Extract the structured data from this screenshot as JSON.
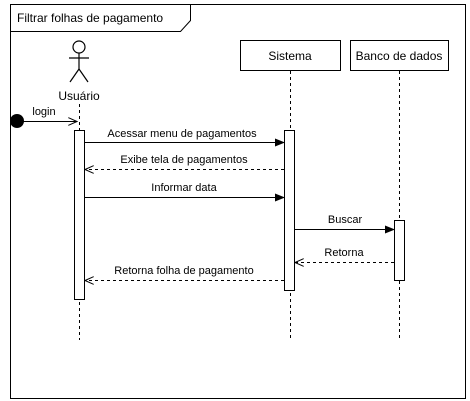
{
  "frame": {
    "title": "Filtrar folhas de pagamento"
  },
  "participants": {
    "actor": {
      "label": "Usuário"
    },
    "system": {
      "label": "Sistema"
    },
    "database": {
      "label": "Banco de dados"
    }
  },
  "messages": [
    {
      "label": "login",
      "from": "start",
      "to": "actor",
      "kind": "sync"
    },
    {
      "label": "Acessar menu de pagamentos",
      "from": "actor",
      "to": "system",
      "kind": "sync"
    },
    {
      "label": "Exibe tela de pagamentos",
      "from": "system",
      "to": "actor",
      "kind": "return"
    },
    {
      "label": "Informar data",
      "from": "actor",
      "to": "system",
      "kind": "sync"
    },
    {
      "label": "Buscar",
      "from": "system",
      "to": "database",
      "kind": "sync"
    },
    {
      "label": "Retorna",
      "from": "database",
      "to": "system",
      "kind": "return"
    },
    {
      "label": "Retorna folha de pagamento",
      "from": "system",
      "to": "actor",
      "kind": "return"
    }
  ],
  "colors": {
    "line": "#000000",
    "fill": "#ffffff",
    "dashed_line": "#555555"
  }
}
